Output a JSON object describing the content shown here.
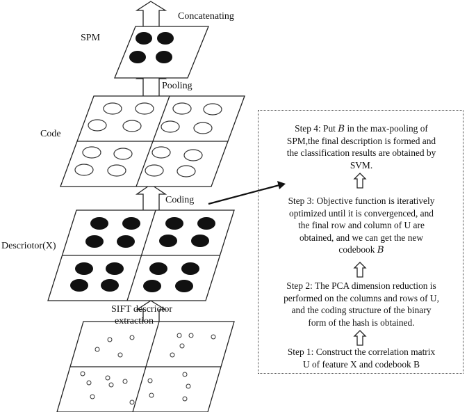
{
  "labels": {
    "concatenating": "Concatenating",
    "spm": "SPM",
    "pooling": "Pooling",
    "code": "Code",
    "coding": "Coding",
    "descriptor": "Descriotor(X)",
    "sift_line1": "SIFT descriotor",
    "sift_line2": "extraction"
  },
  "steps": {
    "step4": [
      "Step 4:  Put 𝐵  in the max-pooling of",
      "SPM,the final description is formed and",
      "the classification results are obtained by",
      "SVM."
    ],
    "step3": [
      "Step 3:  Objective function is iteratively",
      "optimized  until it is convergenced, and",
      "the final row and column of U are",
      "obtained, and  we can get the new",
      "codebook 𝐵"
    ],
    "step2": [
      "Step 2:  The PCA dimension reduction is",
      "performed on the columns and rows of U,",
      "and the coding structure of the binary",
      "form of the hash is obtained."
    ],
    "step1": [
      "Step 1:  Construct the correlation matrix",
      "U of feature X and codebook B"
    ]
  },
  "colors": {
    "line": "#111111",
    "filled_circle": "#111111",
    "arrow_fill": "#ffffff"
  }
}
